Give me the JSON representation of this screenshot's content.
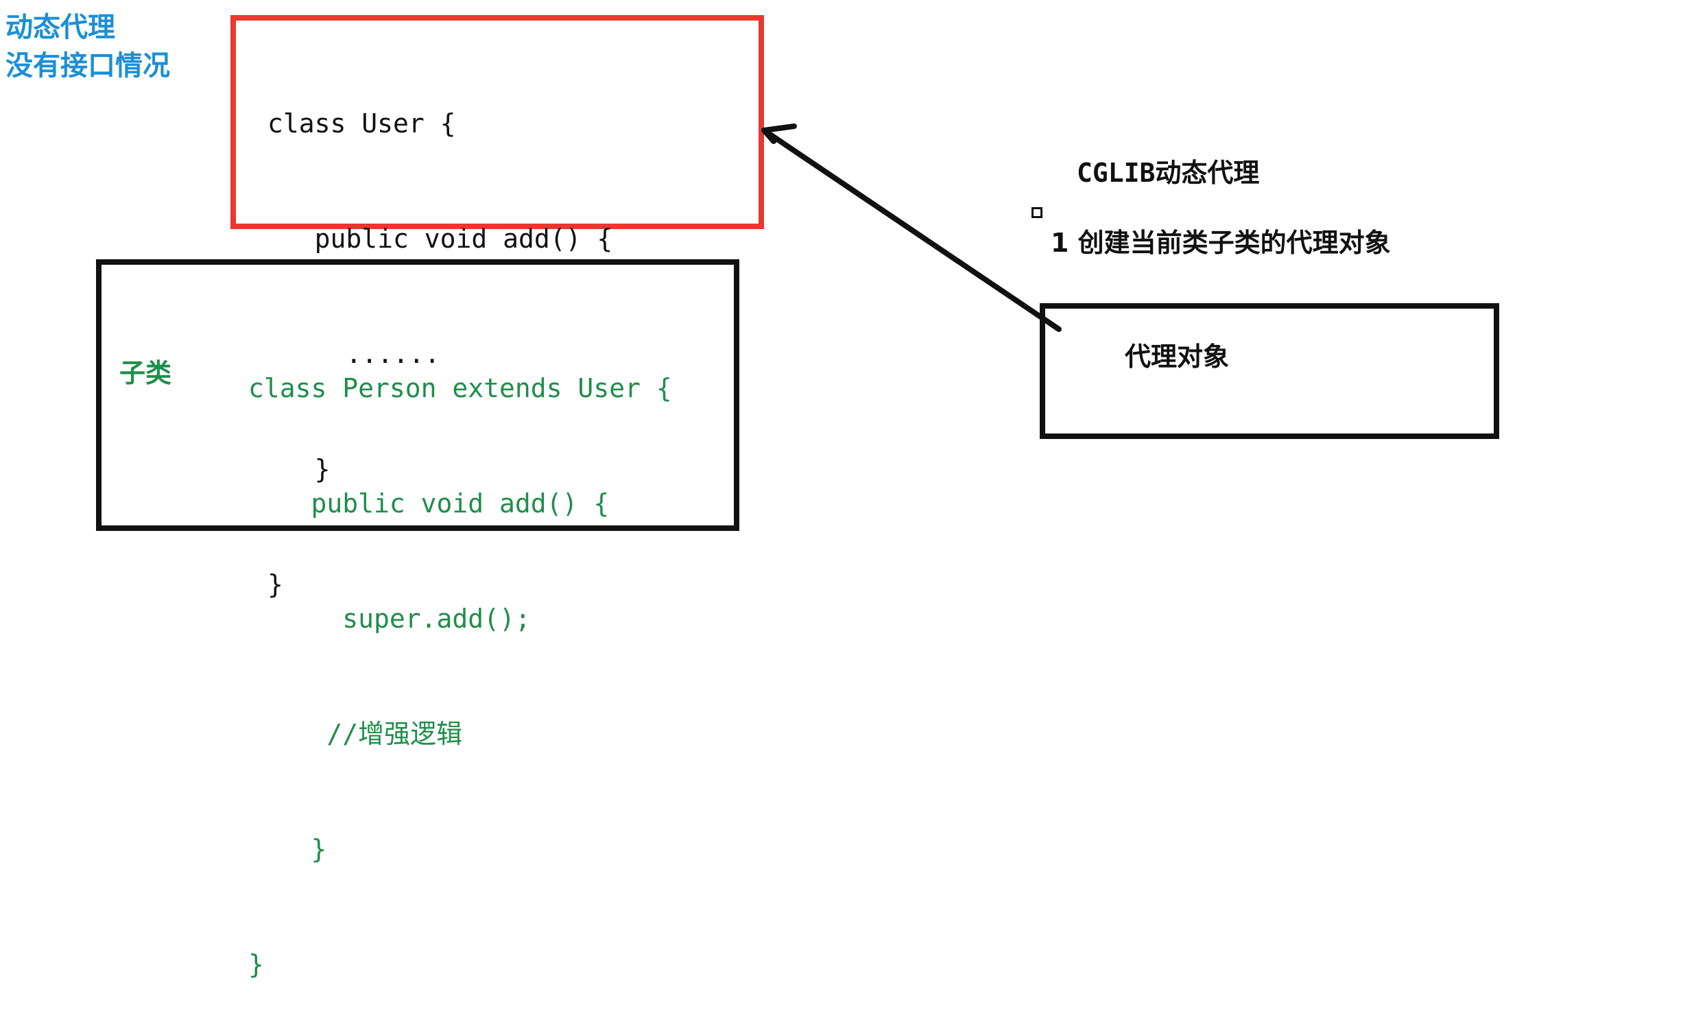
{
  "title": {
    "line1": "动态代理",
    "line2": "没有接口情况"
  },
  "user_class": {
    "lines": [
      "class User {",
      "   public void add() {",
      "     ......",
      "   }",
      "}"
    ]
  },
  "person_class": {
    "lines": [
      "class Person extends User {",
      "    public void add() {",
      "      super.add();",
      "     //增强逻辑",
      "    }",
      "}"
    ],
    "side_label": "子类"
  },
  "cglib": {
    "heading": "CGLIB动态代理",
    "step": "1  创建当前类子类的代理对象"
  },
  "proxy": {
    "label": "代理对象"
  },
  "colors": {
    "title_blue": "#1a8fd6",
    "box_red": "#e8392e",
    "code_green": "#1e8e4a",
    "ink": "#111111"
  }
}
